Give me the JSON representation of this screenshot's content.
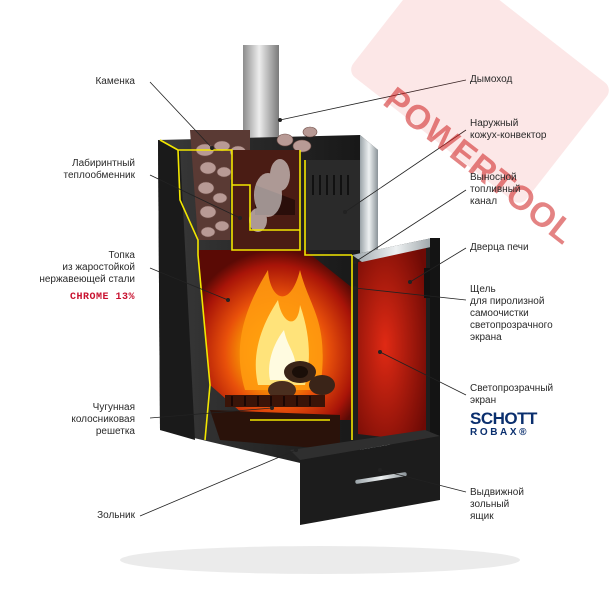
{
  "labels": {
    "kamenka": "Каменка",
    "labyrinth": [
      "Лабиринтный",
      "теплообменник"
    ],
    "firebox": [
      "Топка",
      "из жаростойкой",
      "нержавеющей стали"
    ],
    "chrome": "CHROME 13%",
    "grate": [
      "Чугунная",
      "колосниковая",
      "решетка"
    ],
    "ashpit": "Зольник",
    "chimney": "Дымоход",
    "casing": [
      "Наружный",
      "кожух-конвектор"
    ],
    "fuel_channel": [
      "Выносной",
      "топливный",
      "канал"
    ],
    "door": "Дверца печи",
    "slot": [
      "Щель",
      "для пиролизной",
      "самоочистки",
      "светопрозрачного",
      "экрана"
    ],
    "screen": [
      "Светопрозрачный",
      "экран"
    ],
    "drawer": [
      "Выдвижной",
      "зольный",
      "ящик"
    ]
  },
  "logo": {
    "line1": "SCHOTT",
    "line2": "ROBAX®"
  },
  "watermark": "POWERTOOL",
  "colors": {
    "accent": "#c8102e",
    "outline": "#f2e600",
    "logo": "#0a2f6e",
    "body": "#2b2b2b"
  }
}
